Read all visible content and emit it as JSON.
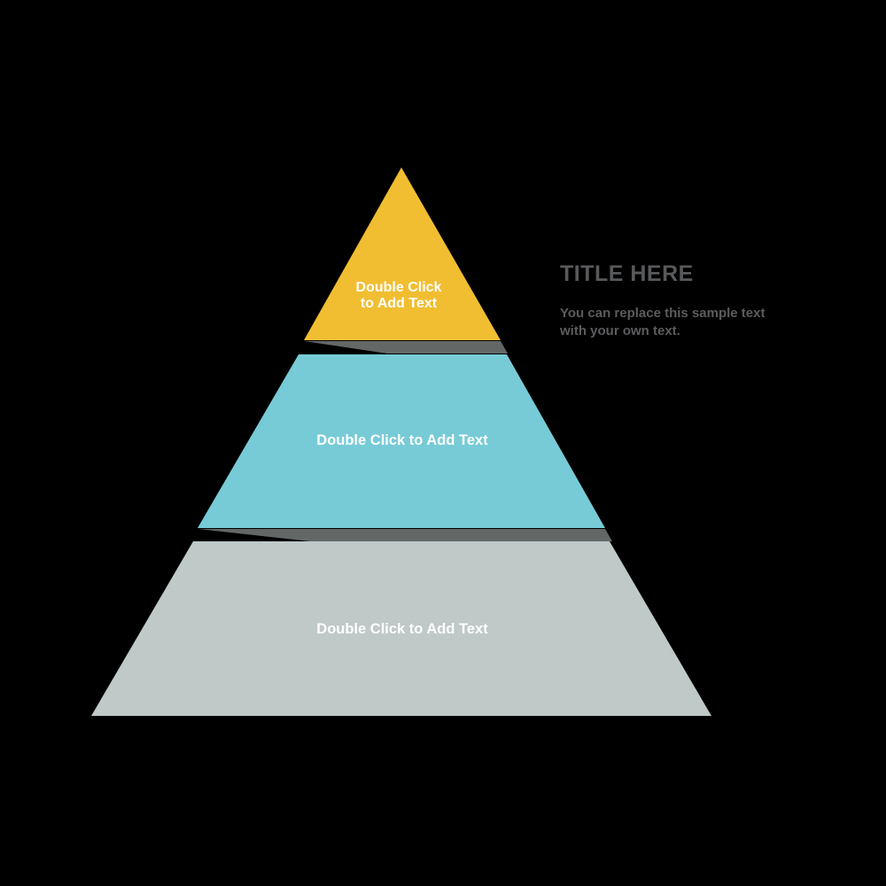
{
  "canvas": {
    "background_color": "#000000"
  },
  "pyramid": {
    "shadow_color": "#636867",
    "label_color": "#FFFFFF",
    "tiers": [
      {
        "id": "top",
        "color": "#F1BE32",
        "label_line1": "Double Click",
        "label_line2": "to Add Text"
      },
      {
        "id": "middle",
        "color": "#77CBD6",
        "label": "Double Click to Add Text"
      },
      {
        "id": "bottom",
        "color": "#BEC9C8",
        "label": "Double Click to Add Text"
      }
    ]
  },
  "annotation": {
    "title": "TITLE HERE",
    "title_color": "#58595B",
    "body_line1": "You can replace this sample text",
    "body_line2": "with your own text.",
    "body_color": "#5B5C5E"
  }
}
